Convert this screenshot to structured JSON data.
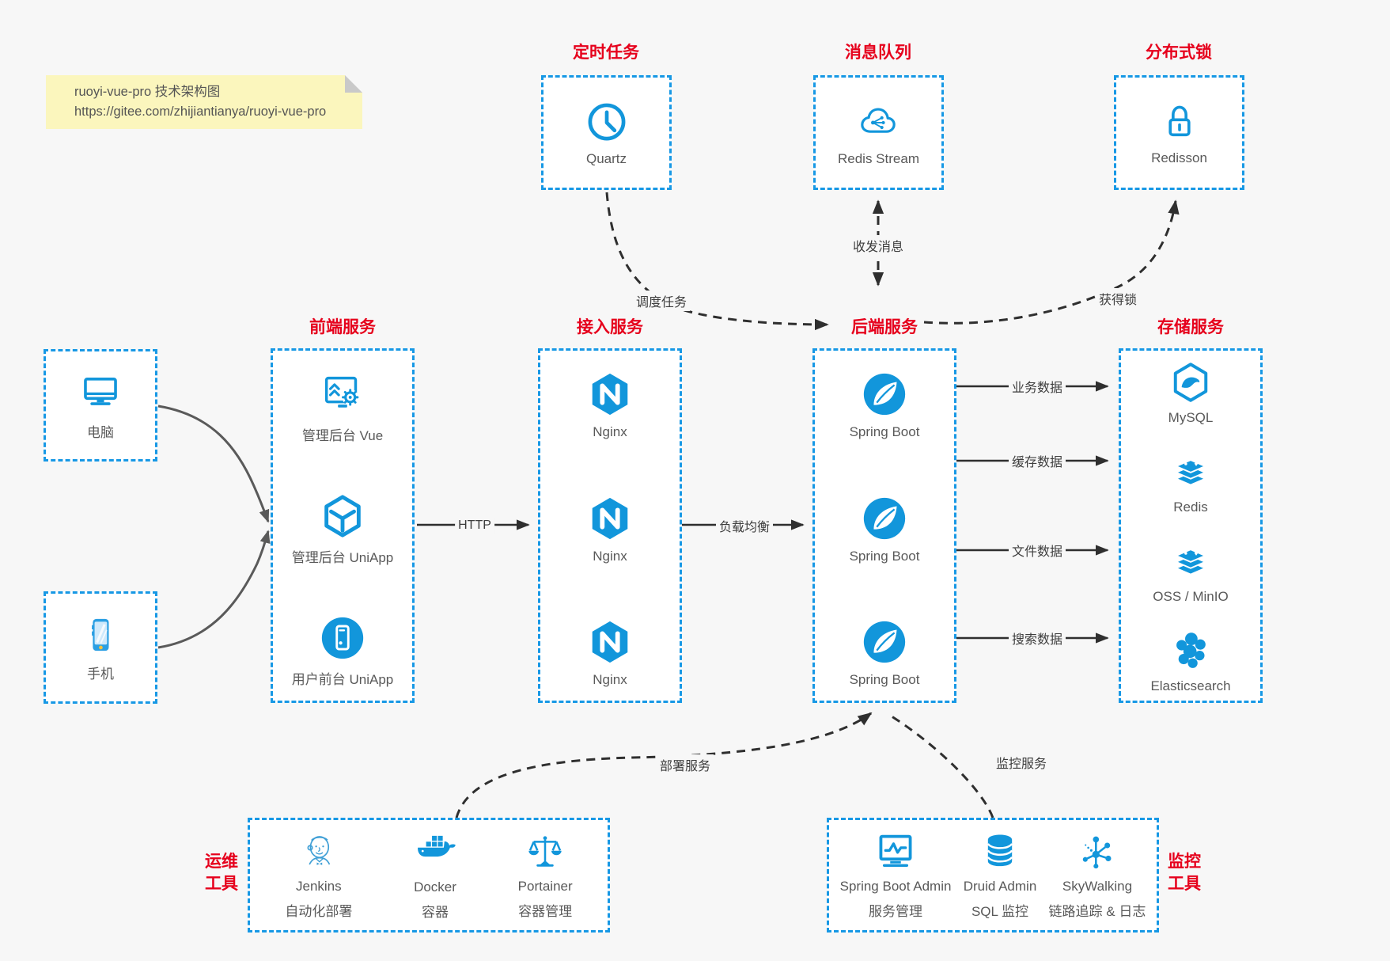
{
  "colors": {
    "accent_blue": "#1296db",
    "border_blue": "#1798e5",
    "title_red": "#e6001c",
    "note_bg": "#fbf6bd",
    "arrow_dark": "#2f2f2f",
    "arrow_gray": "#5a5a5a",
    "label_gray": "#595959",
    "page_bg": "#f7f7f7"
  },
  "note": {
    "line1": "ruoyi-vue-pro 技术架构图",
    "line2": "https://gitee.com/zhijiantianya/ruoyi-vue-pro"
  },
  "top_groups": [
    {
      "title": "定时任务",
      "item": {
        "icon": "clock-icon",
        "label": "Quartz"
      }
    },
    {
      "title": "消息队列",
      "item": {
        "icon": "cloud-message-icon",
        "label": "Redis Stream"
      }
    },
    {
      "title": "分布式锁",
      "item": {
        "icon": "lock-icon",
        "label": "Redisson"
      }
    }
  ],
  "clients": [
    {
      "icon": "desktop-icon",
      "label": "电脑"
    },
    {
      "icon": "smartphone-icon",
      "label": "手机"
    }
  ],
  "columns": [
    {
      "title": "前端服务",
      "items": [
        {
          "icon": "admin-vue-icon",
          "label": "管理后台 Vue"
        },
        {
          "icon": "uniapp-cube-icon",
          "label": "管理后台 UniApp"
        },
        {
          "icon": "user-app-icon",
          "label": "用户前台 UniApp"
        }
      ]
    },
    {
      "title": "接入服务",
      "items": [
        {
          "icon": "nginx-icon",
          "label": "Nginx"
        },
        {
          "icon": "nginx-icon",
          "label": "Nginx"
        },
        {
          "icon": "nginx-icon",
          "label": "Nginx"
        }
      ]
    },
    {
      "title": "后端服务",
      "items": [
        {
          "icon": "spring-boot-icon",
          "label": "Spring Boot"
        },
        {
          "icon": "spring-boot-icon",
          "label": "Spring Boot"
        },
        {
          "icon": "spring-boot-icon",
          "label": "Spring Boot"
        }
      ]
    },
    {
      "title": "存储服务",
      "items": [
        {
          "icon": "mysql-icon",
          "label": "MySQL"
        },
        {
          "icon": "redis-icon",
          "label": "Redis"
        },
        {
          "icon": "storage-stack-icon",
          "label": "OSS / MinIO"
        },
        {
          "icon": "elasticsearch-icon",
          "label": "Elasticsearch"
        }
      ]
    }
  ],
  "edge_labels": {
    "http": "HTTP",
    "load_balance": "负载均衡",
    "schedule_task": "调度任务",
    "send_receive_message": "收发消息",
    "acquire_lock": "获得锁",
    "business_data": "业务数据",
    "cache_data": "缓存数据",
    "file_data": "文件数据",
    "search_data": "搜索数据",
    "deploy_service": "部署服务",
    "monitor_service": "监控服务"
  },
  "bottom_groups": [
    {
      "title_line1": "运维",
      "title_line2": "工具",
      "items": [
        {
          "icon": "jenkins-icon",
          "label": "Jenkins",
          "sublabel": "自动化部署"
        },
        {
          "icon": "docker-icon",
          "label": "Docker",
          "sublabel": "容器"
        },
        {
          "icon": "portainer-icon",
          "label": "Portainer",
          "sublabel": "容器管理"
        }
      ]
    },
    {
      "title_line1": "监控",
      "title_line2": "工具",
      "items": [
        {
          "icon": "spring-boot-admin-icon",
          "label": "Spring Boot Admin",
          "sublabel": "服务管理"
        },
        {
          "icon": "druid-icon",
          "label": "Druid Admin",
          "sublabel": "SQL 监控"
        },
        {
          "icon": "skywalking-icon",
          "label": "SkyWalking",
          "sublabel": "链路追踪 & 日志"
        }
      ]
    }
  ]
}
